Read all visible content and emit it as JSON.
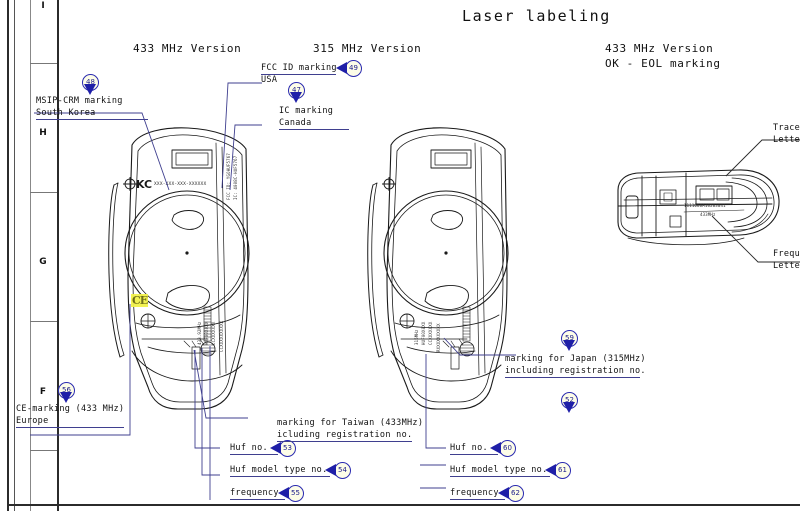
{
  "sheet": {
    "title": "Laser labeling",
    "row_letters": [
      "I",
      "H",
      "G",
      "F"
    ]
  },
  "headings": {
    "left": "433 MHz Version",
    "middle": "315 MHz Version",
    "right": "433 MHz Version\nOK - EOL marking"
  },
  "callouts": [
    {
      "id": "48",
      "number": "48",
      "direction": "down",
      "label": "MSIP-CRM marking\nSouth Korea"
    },
    {
      "id": "49",
      "number": "49",
      "direction": "left",
      "label": "FCC ID marking\nUSA"
    },
    {
      "id": "47",
      "number": "47",
      "direction": "down",
      "label": "IC marking\nCanada"
    },
    {
      "id": "56",
      "number": "56",
      "direction": "down",
      "label": "CE-marking (433 MHz)\nEurope"
    },
    {
      "id": "52",
      "number": "52",
      "direction": "down",
      "label": "marking for Taiwan (433MHz)\nicluding registration no."
    },
    {
      "id": "53",
      "number": "53",
      "direction": "left",
      "label": "Huf no."
    },
    {
      "id": "54",
      "number": "54",
      "direction": "left",
      "label": "Huf model type no."
    },
    {
      "id": "55",
      "number": "55",
      "direction": "left",
      "label": "frequency"
    },
    {
      "id": "59",
      "number": "59",
      "direction": "down",
      "label": "marking for Japan (315MHz)\nincluding registration no."
    },
    {
      "id": "60",
      "number": "60",
      "direction": "left",
      "label": "Huf no."
    },
    {
      "id": "61",
      "number": "61",
      "direction": "left",
      "label": "Huf model type no."
    },
    {
      "id": "62",
      "number": "62",
      "direction": "left",
      "label": "frequency"
    }
  ],
  "detail_labels": {
    "trace": "Trace\nLetter",
    "frequency": "Freque\nLetter"
  },
  "device_433": {
    "kc_logo": "KC",
    "msip_code": "XXX-XXX-XXX-XXXXXX",
    "fcc_id": "FCC ID: YGOHUF5767",
    "ic_id": "IC: 4008C-HUF5767",
    "frequency_text": "433.92MHz",
    "huf_model": "HUF00X0XX",
    "huf_no": "CCXXXXXXX",
    "taiwan_mark": "CCXXXXXXXXXX"
  },
  "device_315": {
    "frequency_text": "315MHz",
    "huf_model": "HUF00X0XX",
    "huf_no": "CCXXXXXXX",
    "japan_mark": "RXXXXXXXXXX"
  },
  "device_eol": {
    "serial": "1111088A18203041",
    "frequency": "433MHz"
  },
  "colors": {
    "leader": "#3f3f8f",
    "balloon_fill": "#fdfde8",
    "balloon_stroke": "#2a2ab0",
    "arrow": "#1f1fa8",
    "ce_highlight": "#f2f24a",
    "line": "#1a1a1a"
  }
}
